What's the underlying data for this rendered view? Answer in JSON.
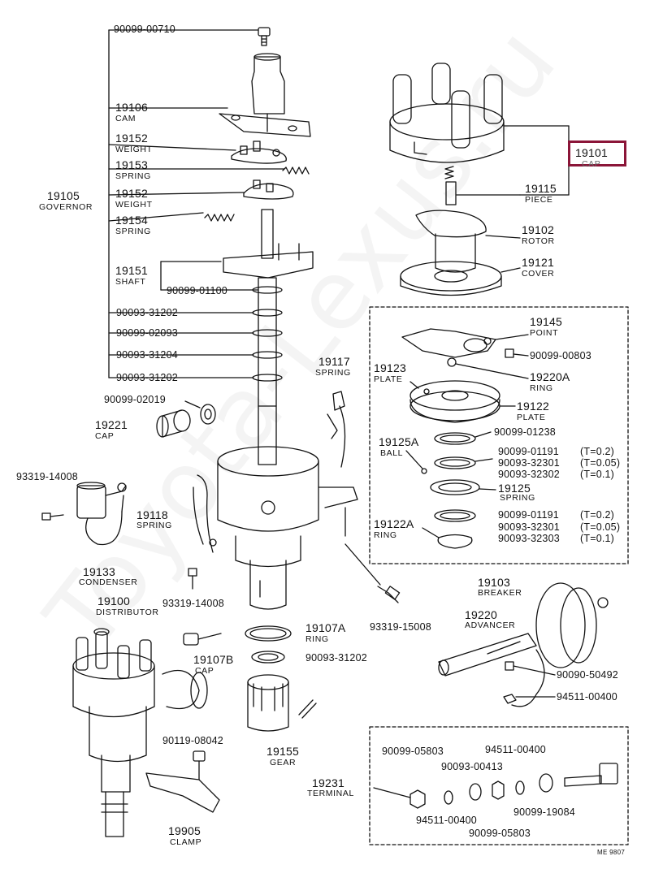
{
  "watermark": "Toyota-Lexus.ru",
  "highlight_color": "#8b1538",
  "ref_code": "ME 9807",
  "parts": {
    "screw_00710": "90099-00710",
    "cam": {
      "num": "19106",
      "name": "CAM"
    },
    "weight1": {
      "num": "19152",
      "name": "WEIGHT"
    },
    "spring1": {
      "num": "19153",
      "name": "SPRING"
    },
    "governor": {
      "num": "19105",
      "name": "GOVERNOR"
    },
    "weight2": {
      "num": "19152",
      "name": "WEIGHT"
    },
    "spring2": {
      "num": "19154",
      "name": "SPRING"
    },
    "shaft": {
      "num": "19151",
      "name": "SHAFT"
    },
    "washer_01100": "90099-01100",
    "washer_31202a": "90093-31202",
    "washer_02093": "90099-02093",
    "washer_31204": "90093-31204",
    "washer_31202b": "90093-31202",
    "spring_19117": {
      "num": "19117",
      "name": "SPRING"
    },
    "washer_02019": "90099-02019",
    "cap_19221": {
      "num": "19221",
      "name": "CAP"
    },
    "screw_14008a": "93319-14008",
    "spring_19118": {
      "num": "19118",
      "name": "SPRING"
    },
    "condenser": {
      "num": "19133",
      "name": "CONDENSER"
    },
    "screw_14008b": "93319-14008",
    "distributor": {
      "num": "19100",
      "name": "DISTRIBUTOR"
    },
    "ring_19107a": {
      "num": "19107A",
      "name": "RING"
    },
    "cap_19107b": {
      "num": "19107B",
      "name": "CAP"
    },
    "washer_31202c": "90093-31202",
    "screw_08042": "90119-08042",
    "gear": {
      "num": "19155",
      "name": "GEAR"
    },
    "clamp": {
      "num": "19905",
      "name": "CLAMP"
    },
    "cap_19101": {
      "num": "19101",
      "name": "CAP"
    },
    "piece": {
      "num": "19115",
      "name": "PIECE"
    },
    "rotor": {
      "num": "19102",
      "name": "ROTOR"
    },
    "cover": {
      "num": "19121",
      "name": "COVER"
    },
    "point": {
      "num": "19145",
      "name": "POINT"
    },
    "screw_00803": "90099-00803",
    "plate_19123": {
      "num": "19123",
      "name": "PLATE"
    },
    "ring_19220a": {
      "num": "19220A",
      "name": "RING"
    },
    "plate_19122": {
      "num": "19122",
      "name": "PLATE"
    },
    "washer_01238": "90099-01238",
    "ball": {
      "num": "19125A",
      "name": "BALL"
    },
    "w_01191a": "90099-01191",
    "w_01191a_t": "(T=0.2)",
    "w_32301a": "90093-32301",
    "w_32301a_t": "(T=0.05)",
    "w_32302": "90093-32302",
    "w_32302_t": "(T=0.1)",
    "spring_19125": {
      "num": "19125",
      "name": "SPRING"
    },
    "ring_19122a": {
      "num": "19122A",
      "name": "RING"
    },
    "w_01191b": "90099-01191",
    "w_01191b_t": "(T=0.2)",
    "w_32301b": "90093-32301",
    "w_32301b_t": "(T=0.05)",
    "w_32303": "90093-32303",
    "w_32303_t": "(T=0.1)",
    "breaker": {
      "num": "19103",
      "name": "BREAKER"
    },
    "screw_15008": "93319-15008",
    "advancer": {
      "num": "19220",
      "name": "ADVANCER"
    },
    "screw_50492": "90090-50492",
    "nut_00400a": "94511-00400",
    "terminal": {
      "num": "19231",
      "name": "TERMINAL"
    },
    "nut_05803a": "90099-05803",
    "nut_00400b": "94511-00400",
    "nut_00413": "90093-00413",
    "nut_00400c": "94511-00400",
    "nut_05803b": "90099-05803",
    "washer_19084": "90099-19084"
  }
}
